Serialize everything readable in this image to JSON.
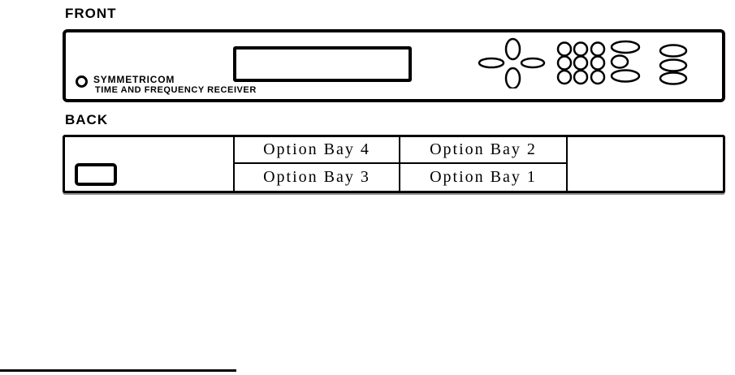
{
  "figure": {
    "front": {
      "section_label": "FRONT",
      "brand": "SYMMETRICOM",
      "device_name": "TIME AND FREQUENCY RECEIVER",
      "controls": {
        "nav_pad_buttons": [
          "nav-up",
          "nav-down",
          "nav-left",
          "nav-right"
        ],
        "keypad_button_count": 9,
        "wide_key_count": 3,
        "soft_key_count": 3
      }
    },
    "back": {
      "section_label": "BACK",
      "bay_grid": [
        [
          "Option Bay 4",
          "Option Bay 2"
        ],
        [
          "Option Bay 3",
          "Option Bay 1"
        ]
      ]
    },
    "colors": {
      "line": "#000000",
      "background": "#ffffff",
      "shadow": "#8f8f8f"
    }
  }
}
